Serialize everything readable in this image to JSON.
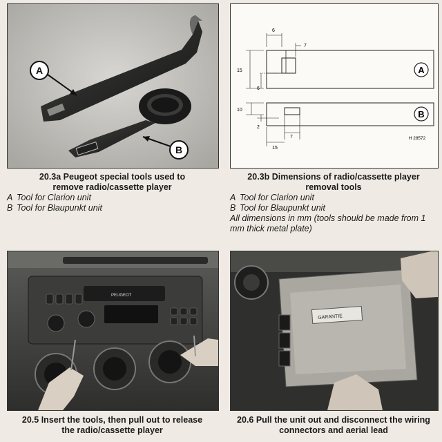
{
  "fig_a": {
    "caption_title": "20.3a Peugeot special tools used to remove radio/cassette player",
    "items": [
      {
        "letter": "A",
        "text": "Tool for Clarion unit"
      },
      {
        "letter": "B",
        "text": "Tool for Blaupunkt unit"
      }
    ],
    "callouts": [
      "A",
      "B"
    ]
  },
  "fig_b": {
    "caption_title": "20.3b Dimensions of radio/cassette player removal tools",
    "items": [
      {
        "letter": "A",
        "text": "Tool for Clarion unit"
      },
      {
        "letter": "B",
        "text": "Tool for Blaupunkt unit"
      }
    ],
    "note": "All dimensions in mm (tools should be made from 1 mm thick metal plate)",
    "dims": {
      "a_top": "6",
      "a_right": "7",
      "a_height": "15",
      "a_lower": "6",
      "b_height": "10",
      "b_lower": "2",
      "b_width": "7",
      "b_bottom": "15"
    },
    "callouts": [
      "A",
      "B"
    ],
    "ref": "H 28572"
  },
  "fig_c": {
    "caption_title": "20.5 Insert the tools, then pull out to release the radio/cassette player",
    "radio_brand": "PEUGEOT"
  },
  "fig_d": {
    "caption_title": "20.6 Pull the unit out and disconnect the wiring connectors and aerial lead",
    "label_text": "GARANTIE"
  }
}
